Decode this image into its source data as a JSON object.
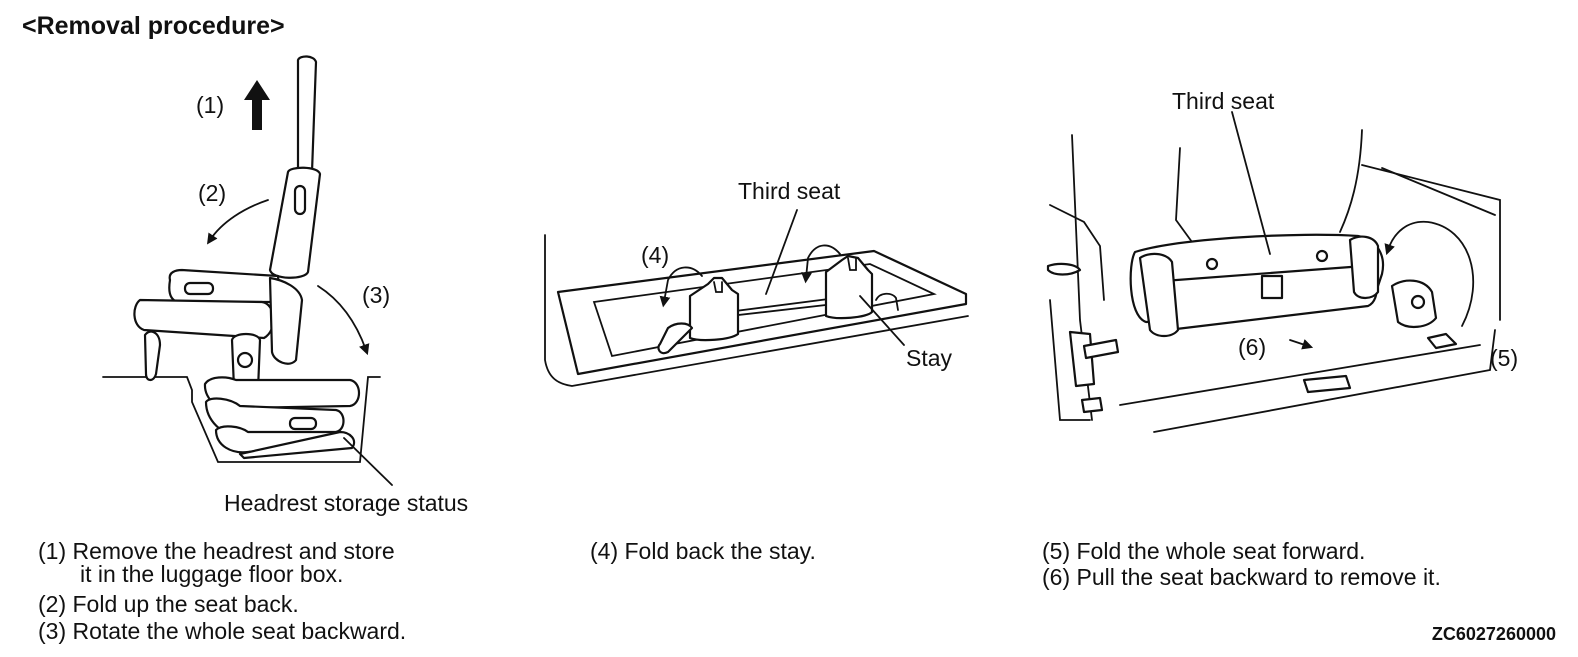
{
  "title": "<Removal procedure>",
  "figure_code": "ZC6027260000",
  "panel1": {
    "callouts": {
      "step1": "(1)",
      "step2": "(2)",
      "step3": "(3)"
    },
    "headrest_label": "Headrest storage status",
    "steps": [
      "(1) Remove the headrest and store",
      "it in the luggage floor box.",
      "(2) Fold up the seat back.",
      "(3) Rotate the whole seat backward."
    ]
  },
  "panel2": {
    "callout_step4": "(4)",
    "seat_label": "Third seat",
    "stay_label": "Stay",
    "steps": [
      "(4) Fold back the stay."
    ]
  },
  "panel3": {
    "seat_label": "Third seat",
    "callout_step5": "(5)",
    "callout_step6": "(6)",
    "steps": [
      "(5) Fold the whole seat forward.",
      "(6) Pull the seat backward to remove it."
    ]
  },
  "icons": [
    "up-arrow-icon",
    "curved-arrow-icon",
    "straight-arrow-icon",
    "leader-line"
  ]
}
